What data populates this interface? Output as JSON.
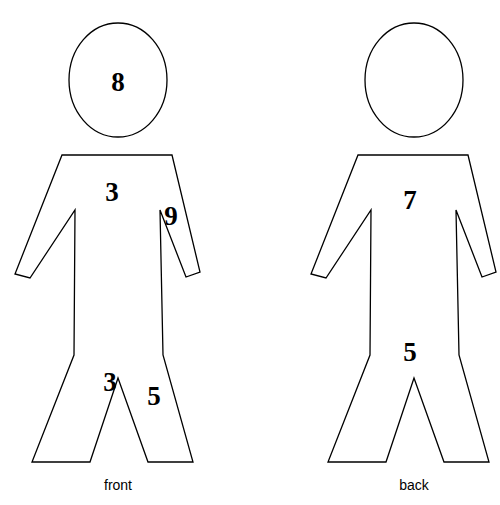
{
  "diagram": {
    "labels": [
      "8",
      "3",
      "9",
      "3",
      "5",
      "front",
      "7",
      "5",
      "back"
    ]
  }
}
